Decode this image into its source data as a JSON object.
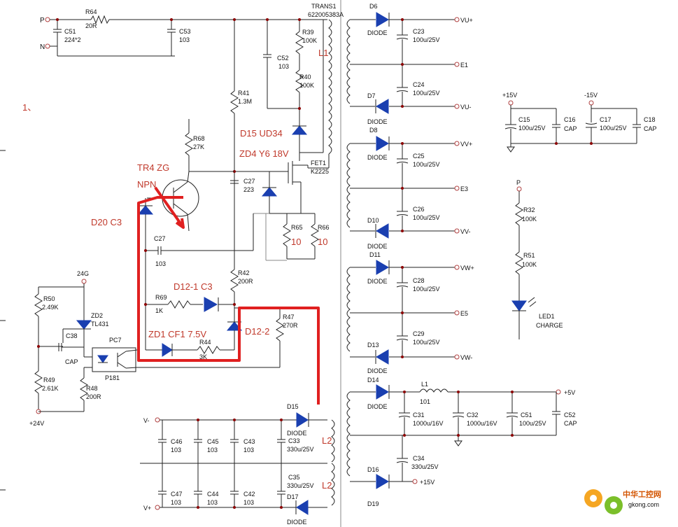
{
  "labels": {
    "p": "P",
    "n": "N",
    "c51": "C51",
    "c51_val": "224*2",
    "r64": "R64",
    "r64_val": "20R",
    "c53": "C53",
    "c53_val": "103",
    "trans1": "TRANS1",
    "trans1_part": "622005383A",
    "r39": "R39",
    "r39_val": "100K",
    "l1": "L1",
    "c52": "C52",
    "c52_val": "103",
    "r40": "R40",
    "r40_val": "100K",
    "r41": "R41",
    "r41_val": "1.3M",
    "note_1": "1、",
    "d15": "D15 UD34",
    "zd4": "ZD4 Y6 18V",
    "r68": "R68",
    "r68_val": "27K",
    "tr4": "TR4 ZG",
    "npn": "NPN",
    "fet1": "FET1",
    "fet1_part": "K2225",
    "c27_top": "C27",
    "c27_top_val": "223",
    "d20": "D20 C3",
    "r65": "R65",
    "r66": "R66",
    "r65_val": "10",
    "r66_val": "10",
    "c27_mid": "C27",
    "c27_mid_val": "103",
    "g24": "24G",
    "r42": "R42",
    "r42_val": "200R",
    "d12_1": "D12-1  C3",
    "r50": "R50",
    "r50_val": "2.49K",
    "r69": "R69",
    "r69_val": "1K",
    "r47": "R47",
    "r47_val": "270R",
    "zd2": "ZD2",
    "zd2_part": "TL431",
    "d12_2": "D12-2",
    "zd1": "ZD1 CF1 7.5V",
    "c38": "C38",
    "c38_val": "CAP",
    "pc7": "PC7",
    "r44": "R44",
    "r44_val": "3K",
    "p181": "P181",
    "r49": "R49",
    "r49_val": "2.61K",
    "r48": "R48",
    "r48_val": "200R",
    "plus24v": "+24V",
    "v_minus": "V-",
    "v_plus": "V+",
    "d15b": "D15",
    "diode": "DIODE",
    "c33": "C33",
    "c33_val": "330u/25V",
    "l2": "L2",
    "c46": "C46",
    "c45": "C45",
    "c43": "C43",
    "cap_103": "103",
    "c35": "C35",
    "c35_val": "330u/25V",
    "d17": "D17",
    "c47": "C47",
    "c44": "C44",
    "c42": "C42",
    "d6": "D6",
    "c23": "C23",
    "cap_100u": "100u/25V",
    "vu_plus": "VU+",
    "e1": "E1",
    "c24": "C24",
    "d7": "D7",
    "vu_minus": "VU-",
    "d8": "D8",
    "vv_plus": "VV+",
    "c25": "C25",
    "e3": "E3",
    "c26": "C26",
    "d10": "D10",
    "vv_minus": "VV-",
    "d11": "D11",
    "vw_plus": "VW+",
    "c28": "C28",
    "e5": "E5",
    "c29": "C29",
    "d13": "D13",
    "vw_minus": "VW-",
    "d14": "D14",
    "l1_out": "L1",
    "l1_out_val": "101",
    "plus5v": "+5V",
    "c31": "C31",
    "c31_val": "1000u/16V",
    "c32": "C32",
    "c32_val": "1000u/16V",
    "c51b": "C51",
    "c52b": "C52",
    "cap": "CAP",
    "c34": "C34",
    "c34_val": "330u/25V",
    "d16": "D16",
    "plus15v": "+15V",
    "d19": "D19",
    "minus15v": "-15V",
    "c15": "C15",
    "c16": "C16",
    "c17": "C17",
    "c18": "C18",
    "r32": "R32",
    "r32_val": "100K",
    "r51": "R51",
    "r51_val": "100K",
    "led1": "LED1",
    "charge": "CHARGE"
  },
  "watermark": {
    "name": "中华工控网",
    "url": "gkong.com"
  },
  "colors": {
    "wire": "#222222",
    "highlight": "#e02020",
    "annotation": "#c0392b",
    "diode_fill": "#1a3fb0",
    "background": "#ffffff"
  }
}
